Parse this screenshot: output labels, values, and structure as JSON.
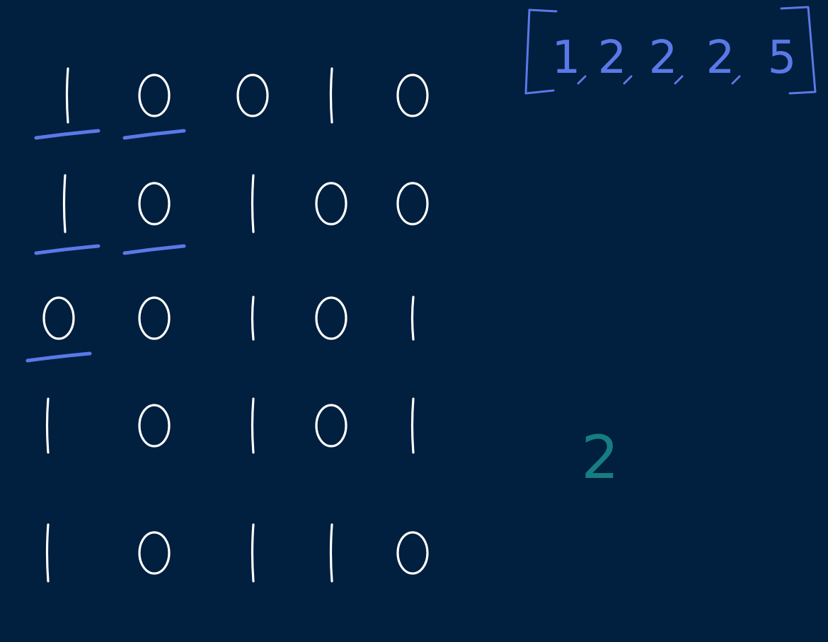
{
  "colors": {
    "background": "#011f3e",
    "ink": "#ffffff",
    "highlight": "#5a79e8",
    "note": "#167d82"
  },
  "grid": [
    [
      "1",
      "0",
      "0",
      "1",
      "0"
    ],
    [
      "1",
      "0",
      "1",
      "0",
      "0"
    ],
    [
      "0",
      "0",
      "1",
      "0",
      "1"
    ],
    [
      "1",
      "0",
      "1",
      "0",
      "1"
    ],
    [
      "1",
      "0",
      "1",
      "1",
      "0"
    ]
  ],
  "underlined": [
    [
      0,
      0
    ],
    [
      0,
      1
    ],
    [
      1,
      0
    ],
    [
      1,
      1
    ],
    [
      2,
      0
    ]
  ],
  "array_values": [
    "1",
    "2",
    "2",
    "2",
    "5"
  ],
  "note_value": "2"
}
